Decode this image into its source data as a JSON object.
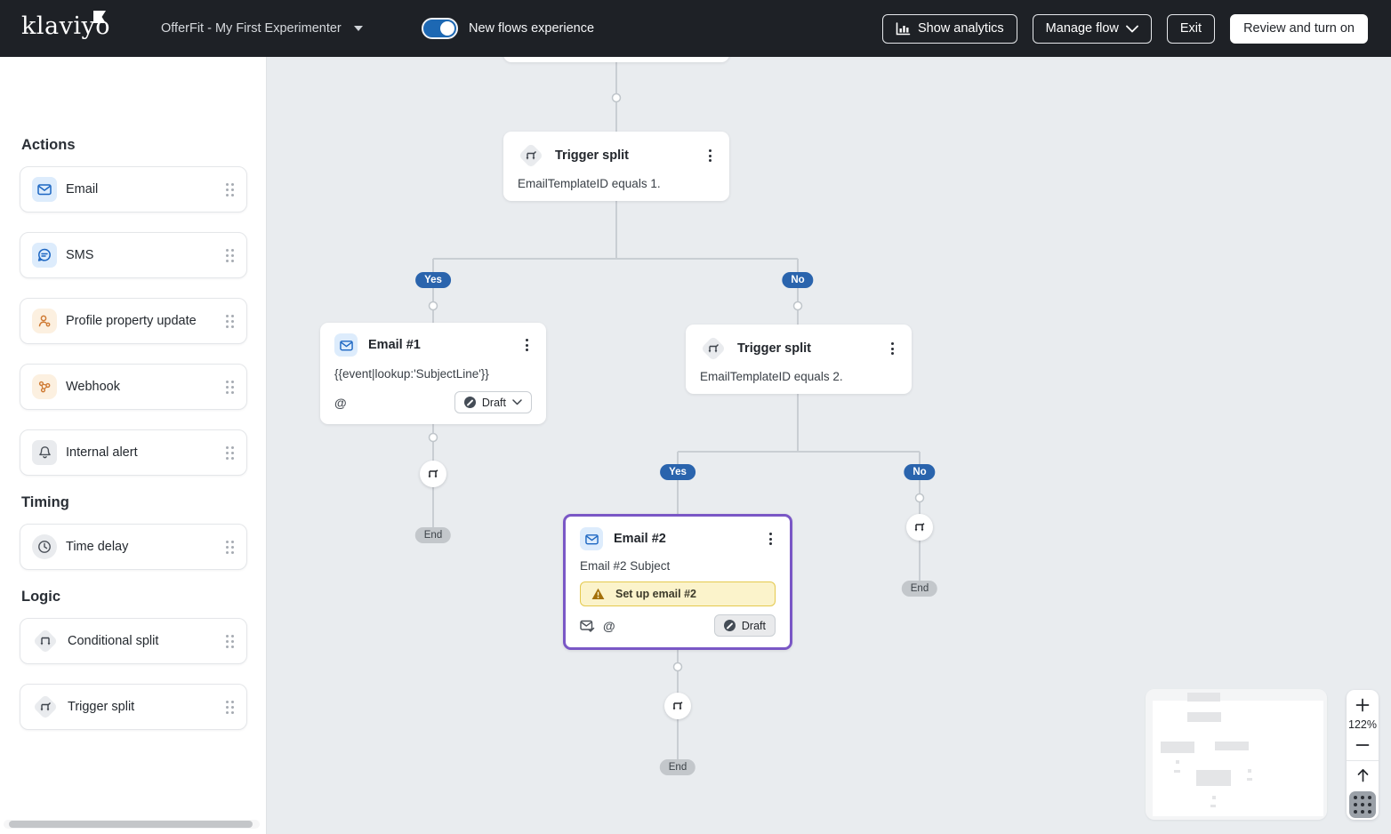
{
  "header": {
    "logo": "klaviyo",
    "flow_title": "OfferFit - My First Experimenter",
    "toggle_label": "New flows experience",
    "buttons": {
      "show_analytics": "Show analytics",
      "manage_flow": "Manage flow",
      "exit": "Exit",
      "review": "Review and turn on"
    }
  },
  "sidebar": {
    "sections": [
      {
        "title": "Actions",
        "items": [
          {
            "label": "Email"
          },
          {
            "label": "SMS"
          },
          {
            "label": "Profile property update"
          },
          {
            "label": "Webhook"
          },
          {
            "label": "Internal alert"
          }
        ]
      },
      {
        "title": "Timing",
        "items": [
          {
            "label": "Time delay"
          }
        ]
      },
      {
        "title": "Logic",
        "items": [
          {
            "label": "Conditional split"
          },
          {
            "label": "Trigger split"
          }
        ]
      }
    ]
  },
  "canvas": {
    "nodes": {
      "trigger_split_1": {
        "title": "Trigger split",
        "condition": "EmailTemplateID equals 1."
      },
      "email_1": {
        "title": "Email #1",
        "subject": "{{event|lookup:'SubjectLine'}}",
        "status": "Draft"
      },
      "trigger_split_2": {
        "title": "Trigger split",
        "condition": "EmailTemplateID equals 2."
      },
      "email_2": {
        "title": "Email #2",
        "subject": "Email #2 Subject",
        "warning": "Set up email #2",
        "status": "Draft",
        "selected": true
      }
    },
    "badges": {
      "yes": "Yes",
      "no": "No",
      "end": "End"
    },
    "zoom_level": "122%"
  },
  "colors": {
    "header_bg": "#1e2126",
    "accent_blue": "#2a64ad",
    "toggle_blue": "#1d68b3",
    "selected_purple": "#7a57c6",
    "warning_bg": "#fbf3cb",
    "warning_border": "#e4c94e",
    "canvas_bg": "#e9ecef"
  }
}
